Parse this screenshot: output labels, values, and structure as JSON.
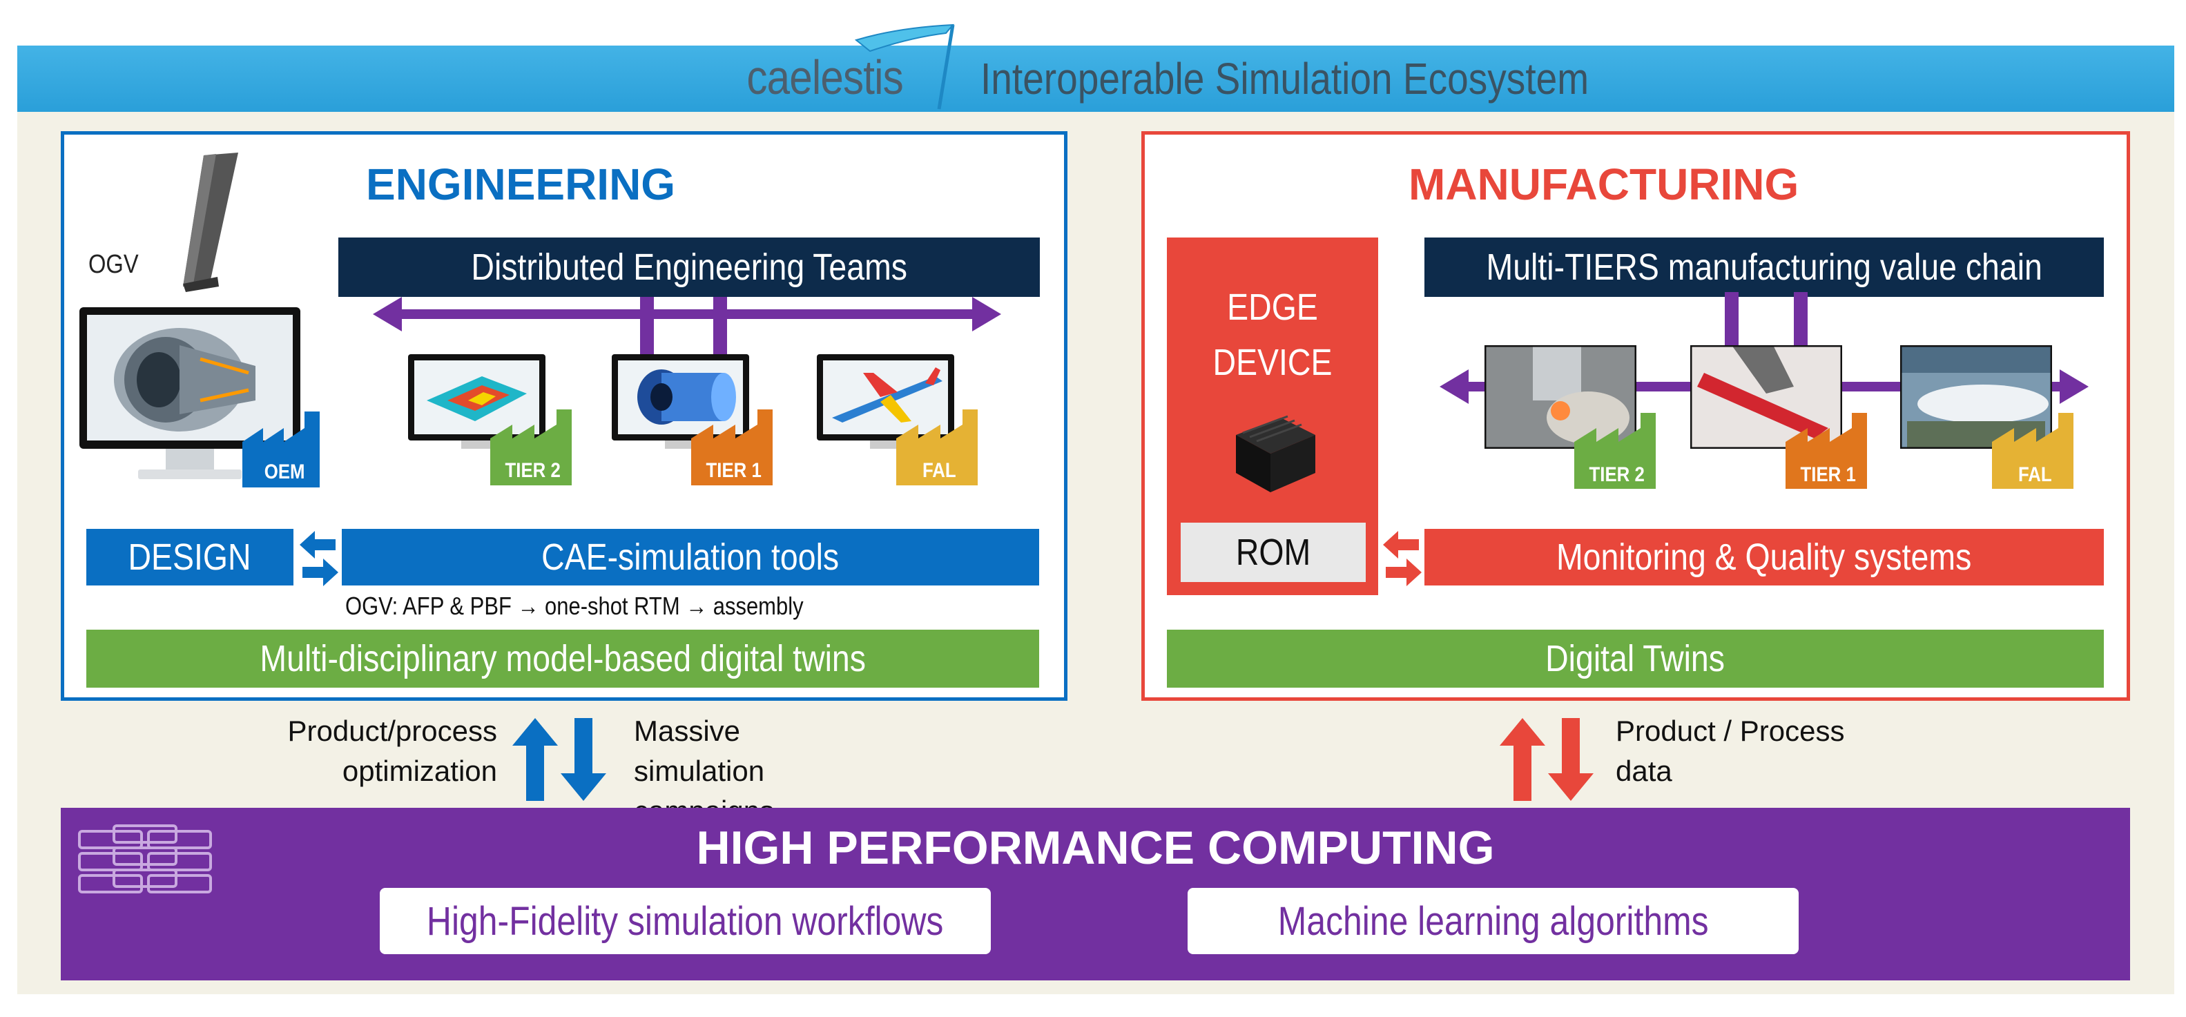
{
  "header": {
    "brand": "caelestis",
    "title": "Interoperable Simulation Ecosystem"
  },
  "engineering": {
    "heading": "ENGINEERING",
    "ogv_label": "OGV",
    "teams_bar": "Distributed Engineering Teams",
    "tiers": [
      "TIER 2",
      "TIER 1",
      "FAL"
    ],
    "oem_label": "OEM",
    "design_label": "DESIGN",
    "cae_bar": "CAE-simulation tools",
    "process_note": "OGV: AFP & PBF → one-shot RTM → assembly",
    "twins_bar": "Multi-disciplinary model-based digital twins"
  },
  "manufacturing": {
    "heading": "MANUFACTURING",
    "edge_device": "EDGE DEVICE",
    "rom_label": "ROM",
    "chain_bar": "Multi-TIERS manufacturing value chain",
    "tiers": [
      "TIER 2",
      "TIER 1",
      "FAL"
    ],
    "monitoring_bar": "Monitoring & Quality systems",
    "twins_bar": "Digital Twins"
  },
  "links": {
    "left_text_a": "Product/process optimization",
    "left_text_b": "Massive simulation campaigns",
    "right_text": "Product / Process data"
  },
  "hpc": {
    "title": "HIGH PERFORMANCE COMPUTING",
    "box_a": "High-Fidelity simulation workflows",
    "box_b": "Machine learning algorithms"
  },
  "colors": {
    "header_blue": "#2aa3dc",
    "eng_blue": "#0a6fc2",
    "navy": "#0d2b4b",
    "green": "#6cad44",
    "mfg_red": "#e8473b",
    "purple": "#7230a0",
    "beige": "#f3f1e6"
  }
}
